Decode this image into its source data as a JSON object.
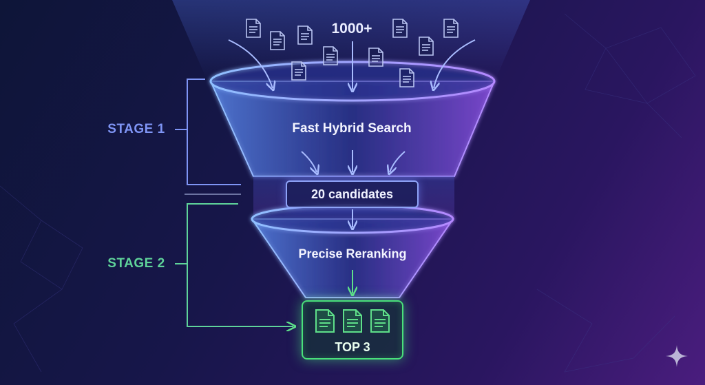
{
  "header": {
    "count_label": "1000+"
  },
  "stages": [
    {
      "label": "STAGE 1",
      "title": "Fast Hybrid Search",
      "color": "#7f95f5"
    },
    {
      "label": "STAGE 2",
      "title": "Precise Reranking",
      "color": "#5fd39a"
    }
  ],
  "candidates": {
    "label": "20 candidates"
  },
  "result": {
    "label": "TOP 3",
    "color": "#49e07a"
  },
  "icons": [
    "document-icon",
    "arrow-icon",
    "bracket-icon",
    "sparkle-icon"
  ]
}
